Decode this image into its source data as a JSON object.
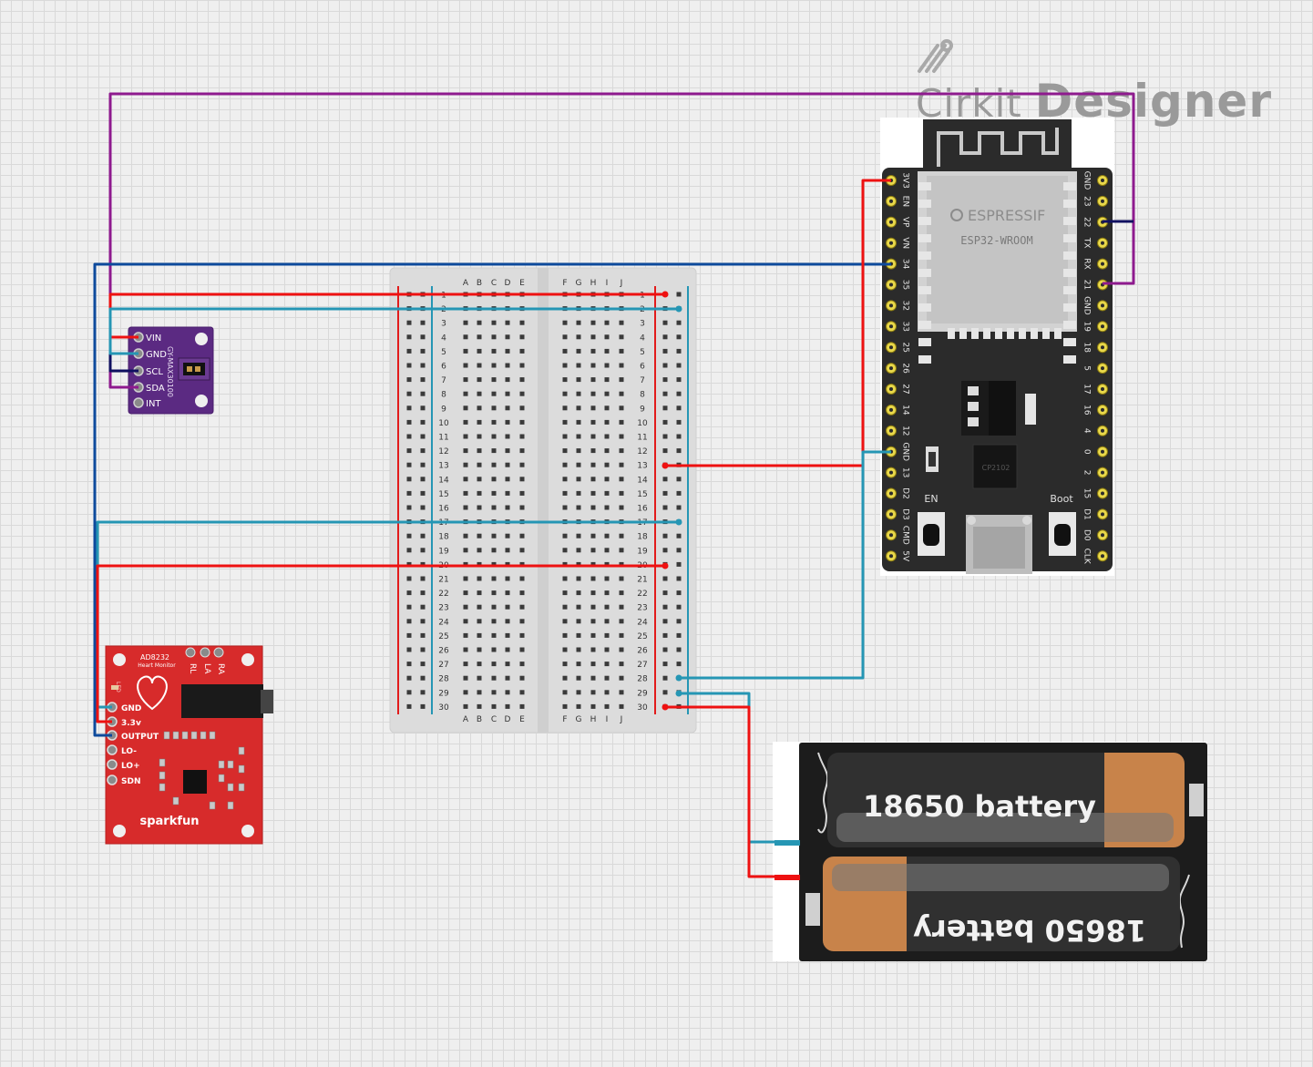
{
  "logo": {
    "word1": "Cirkit",
    "word2": "Designer"
  },
  "max_sensor": {
    "model": "GY-MAX30100",
    "pins": [
      "VIN",
      "GND",
      "SCL",
      "SDA",
      "INT"
    ]
  },
  "ecg_board": {
    "chip": "AD8232",
    "subtitle": "Heart Monitor",
    "pins": [
      "GND",
      "3.3v",
      "OUTPUT",
      "LO-",
      "LO+",
      "SDN"
    ],
    "top_pins": [
      "RL",
      "LA",
      "RA"
    ],
    "led_label": "LED",
    "brand": "sparkfun"
  },
  "breadboard": {
    "left_cols": [
      "A",
      "B",
      "C",
      "D",
      "E"
    ],
    "right_cols": [
      "F",
      "G",
      "H",
      "I",
      "J"
    ],
    "rows": [
      "1",
      "2",
      "3",
      "4",
      "5",
      "6",
      "7",
      "8",
      "9",
      "10",
      "11",
      "12",
      "13",
      "14",
      "15",
      "16",
      "17",
      "18",
      "19",
      "20",
      "21",
      "22",
      "23",
      "24",
      "25",
      "26",
      "27",
      "28",
      "29",
      "30"
    ]
  },
  "esp32": {
    "brand": "ESPRESSIF",
    "module": "ESP32-WROOM",
    "chip": "CP2102",
    "left_pins": [
      "3V3",
      "EN",
      "VP",
      "VN",
      "34",
      "35",
      "32",
      "33",
      "25",
      "26",
      "27",
      "14",
      "12",
      "GND",
      "13",
      "D2",
      "D3",
      "CMD",
      "5V"
    ],
    "right_pins": [
      "GND",
      "23",
      "22",
      "TX",
      "RX",
      "21",
      "GND",
      "19",
      "18",
      "5",
      "17",
      "16",
      "4",
      "0",
      "2",
      "15",
      "D1",
      "D0",
      "CLK"
    ],
    "btn_en": "EN",
    "btn_boot": "Boot"
  },
  "battery": {
    "label_top": "18650 battery",
    "label_bottom": "18650 battery"
  },
  "colors": {
    "red_wire": "#ee1111",
    "teal_wire": "#2596b4",
    "navy_wire": "#0d4a9c",
    "purple_wire": "#8e1a8e",
    "dark_navy_wire": "#101060"
  }
}
